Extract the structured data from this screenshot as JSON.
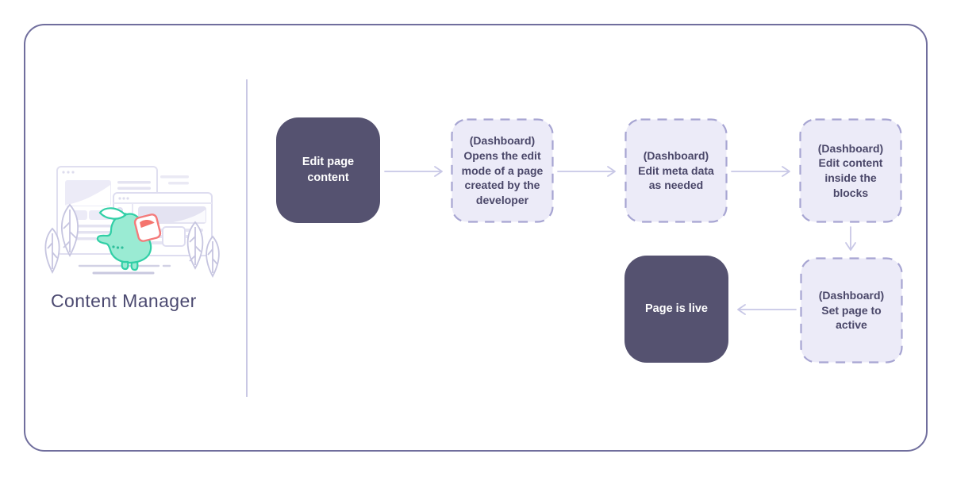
{
  "panel": {
    "title": "Content Manager",
    "illustration": "mascot-holding-card-in-front-of-browser-windows"
  },
  "flow": {
    "nodes": [
      {
        "id": "edit-page-content",
        "type": "solid",
        "label": "Edit page\ncontent"
      },
      {
        "id": "open-edit-mode",
        "type": "dashed",
        "label": "(Dashboard)\nOpens the edit\nmode of a page\ncreated by the\ndeveloper"
      },
      {
        "id": "edit-meta-data",
        "type": "dashed",
        "label": "(Dashboard)\nEdit meta data\nas needed"
      },
      {
        "id": "edit-content-blocks",
        "type": "dashed",
        "label": "(Dashboard)\nEdit content\ninside the\nblocks"
      },
      {
        "id": "set-page-active",
        "type": "dashed",
        "label": "(Dashboard)\nSet page to\nactive"
      },
      {
        "id": "page-is-live",
        "type": "solid",
        "label": "Page is live"
      }
    ],
    "edges": [
      {
        "from": "edit-page-content",
        "to": "open-edit-mode",
        "direction": "right"
      },
      {
        "from": "open-edit-mode",
        "to": "edit-meta-data",
        "direction": "right"
      },
      {
        "from": "edit-meta-data",
        "to": "edit-content-blocks",
        "direction": "right"
      },
      {
        "from": "edit-content-blocks",
        "to": "set-page-active",
        "direction": "down"
      },
      {
        "from": "set-page-active",
        "to": "page-is-live",
        "direction": "left"
      }
    ]
  },
  "colors": {
    "solid_node_bg": "#555270",
    "solid_node_text": "#FFFFFF",
    "dashed_node_bg": "#ECEBF8",
    "dashed_node_border": "#A7A5D2",
    "dashed_node_text": "#4A4769",
    "arrow": "#C8C7E6",
    "outer_border": "#706E9D",
    "divider": "#C9C8E4",
    "title_text": "#4B4970",
    "mascot_fill": "#9AEBD3",
    "mascot_stroke": "#31CFA6",
    "held_card_accent": "#F47B7B"
  }
}
